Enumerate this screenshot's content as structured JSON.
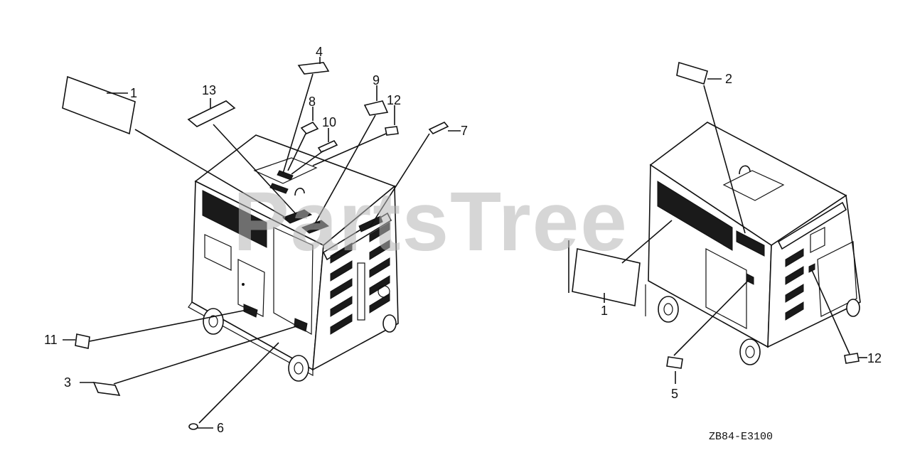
{
  "watermark": "PartsTree",
  "diagram_code": "ZB84-E3100",
  "callouts": [
    "1",
    "13",
    "4",
    "8",
    "10",
    "9",
    "12",
    "7",
    "11",
    "3",
    "6",
    "2",
    "1",
    "5",
    "12"
  ],
  "colors": {
    "line": "#111111",
    "watermark": "#b5b5b5",
    "background": "#ffffff"
  }
}
